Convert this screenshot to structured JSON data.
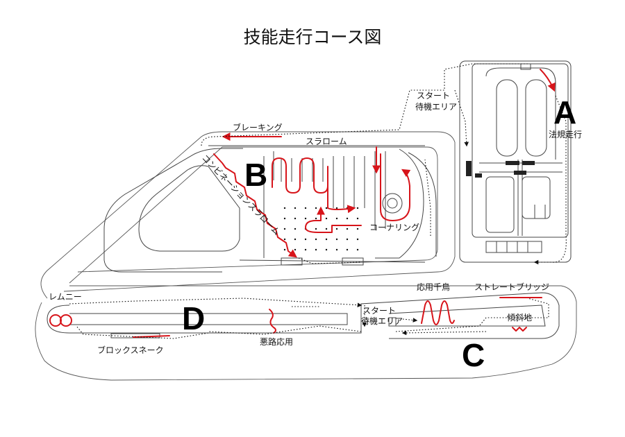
{
  "title": "技能走行コース図",
  "colors": {
    "course": "#d7141a",
    "road": "#444444",
    "route": "#111111",
    "background": "#ffffff"
  },
  "areas": [
    {
      "id": "A",
      "letter": "A",
      "caption": "法規走行"
    },
    {
      "id": "B",
      "letter": "B",
      "caption": ""
    },
    {
      "id": "C",
      "letter": "C",
      "caption": ""
    },
    {
      "id": "D",
      "letter": "D",
      "caption": ""
    }
  ],
  "labels": {
    "start_upper_1": "スタート",
    "start_upper_2": "待機エリア",
    "start_lower_1": "スタート",
    "start_lower_2": "待機エリア",
    "braking": "ブレーキング",
    "slalom": "スラローム",
    "combination_slalom": "コンビネーションスラローム",
    "cornering": "コーナリング",
    "lemniscate": "レムニー",
    "block_snake": "ブロックスネーク",
    "rough_road": "悪路応用",
    "senbashi": "応用千鳥",
    "straight_bridge": "ストレートブリッジ",
    "slope": "傾斜地"
  }
}
